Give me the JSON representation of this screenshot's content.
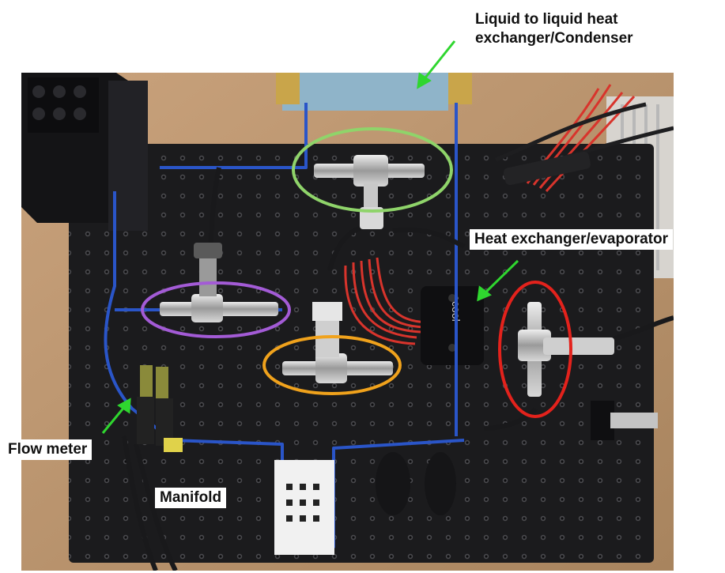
{
  "labels": {
    "condenser_line1": "Liquid to liquid heat",
    "condenser_line2": "exchanger/Condenser",
    "evaporator": "Heat exchanger/evaporator",
    "flow_meter": "Flow meter",
    "manifold": "Manifold"
  },
  "device_text": {
    "evaporator_brand": "ocool"
  },
  "colors": {
    "annotation_arrow": "#2fd62f",
    "ring_green": "#8fd46a",
    "ring_purple": "#a35bd6",
    "ring_orange": "#f0a21c",
    "ring_red": "#e3221c",
    "tubing_blue": "#2a55c8",
    "breadboard": "#1b1b1d"
  }
}
